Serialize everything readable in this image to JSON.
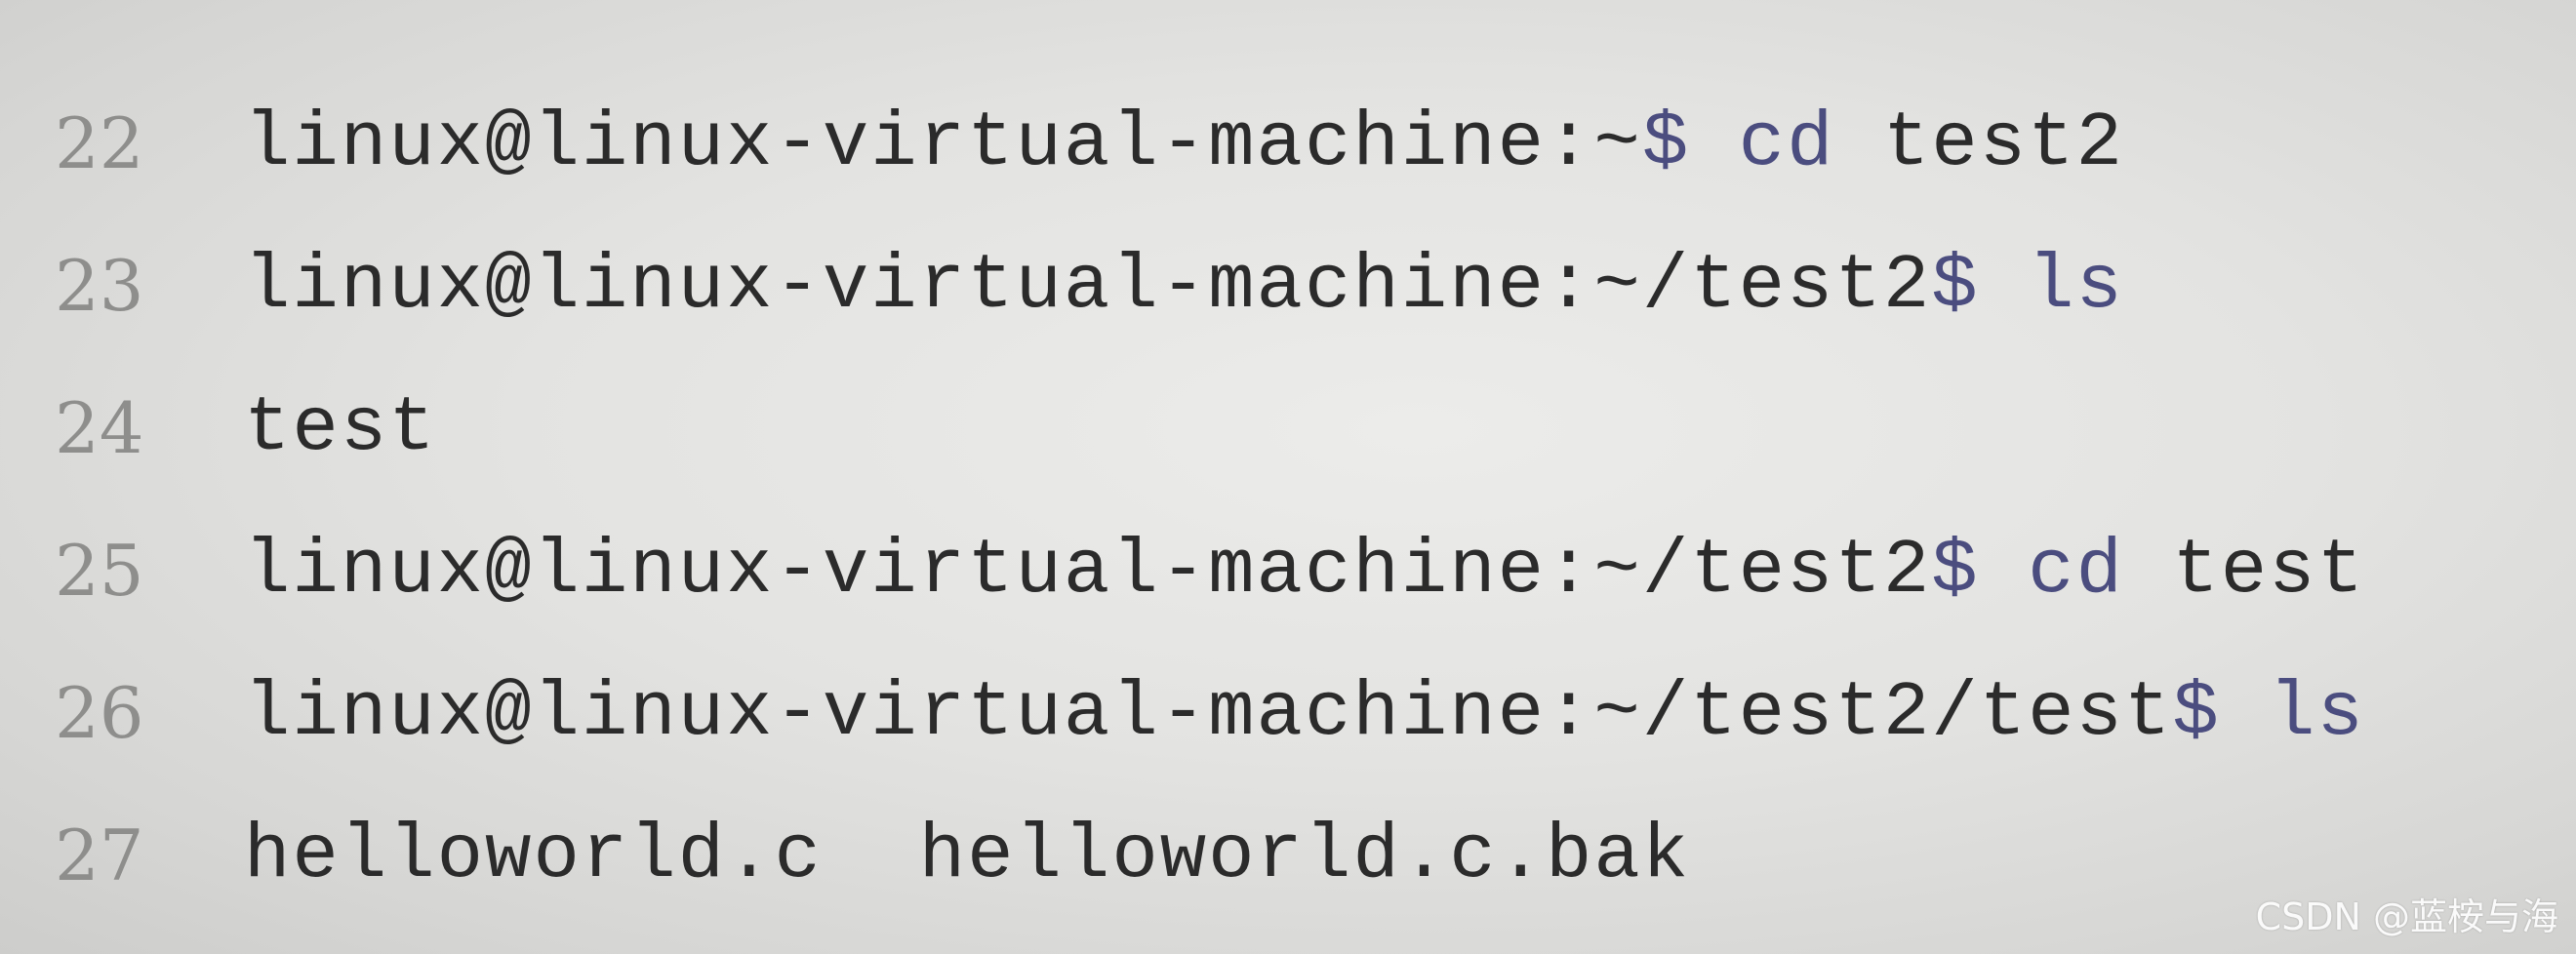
{
  "lines": [
    {
      "number": "22",
      "prompt": "linux@linux-virtual-machine:~",
      "dollar": "$",
      "command": " cd",
      "arg": " test2"
    },
    {
      "number": "23",
      "prompt": "linux@linux-virtual-machine:~/test2",
      "dollar": "$",
      "command": " ls",
      "arg": ""
    },
    {
      "number": "24",
      "output": "test"
    },
    {
      "number": "25",
      "prompt": "linux@linux-virtual-machine:~/test2",
      "dollar": "$",
      "command": " cd",
      "arg": " test"
    },
    {
      "number": "26",
      "prompt": "linux@linux-virtual-machine:~/test2/test",
      "dollar": "$",
      "command": " ls",
      "arg": ""
    },
    {
      "number": "27",
      "output": "helloworld.c  helloworld.c.bak"
    }
  ],
  "watermark": "CSDN @蓝桉与海"
}
